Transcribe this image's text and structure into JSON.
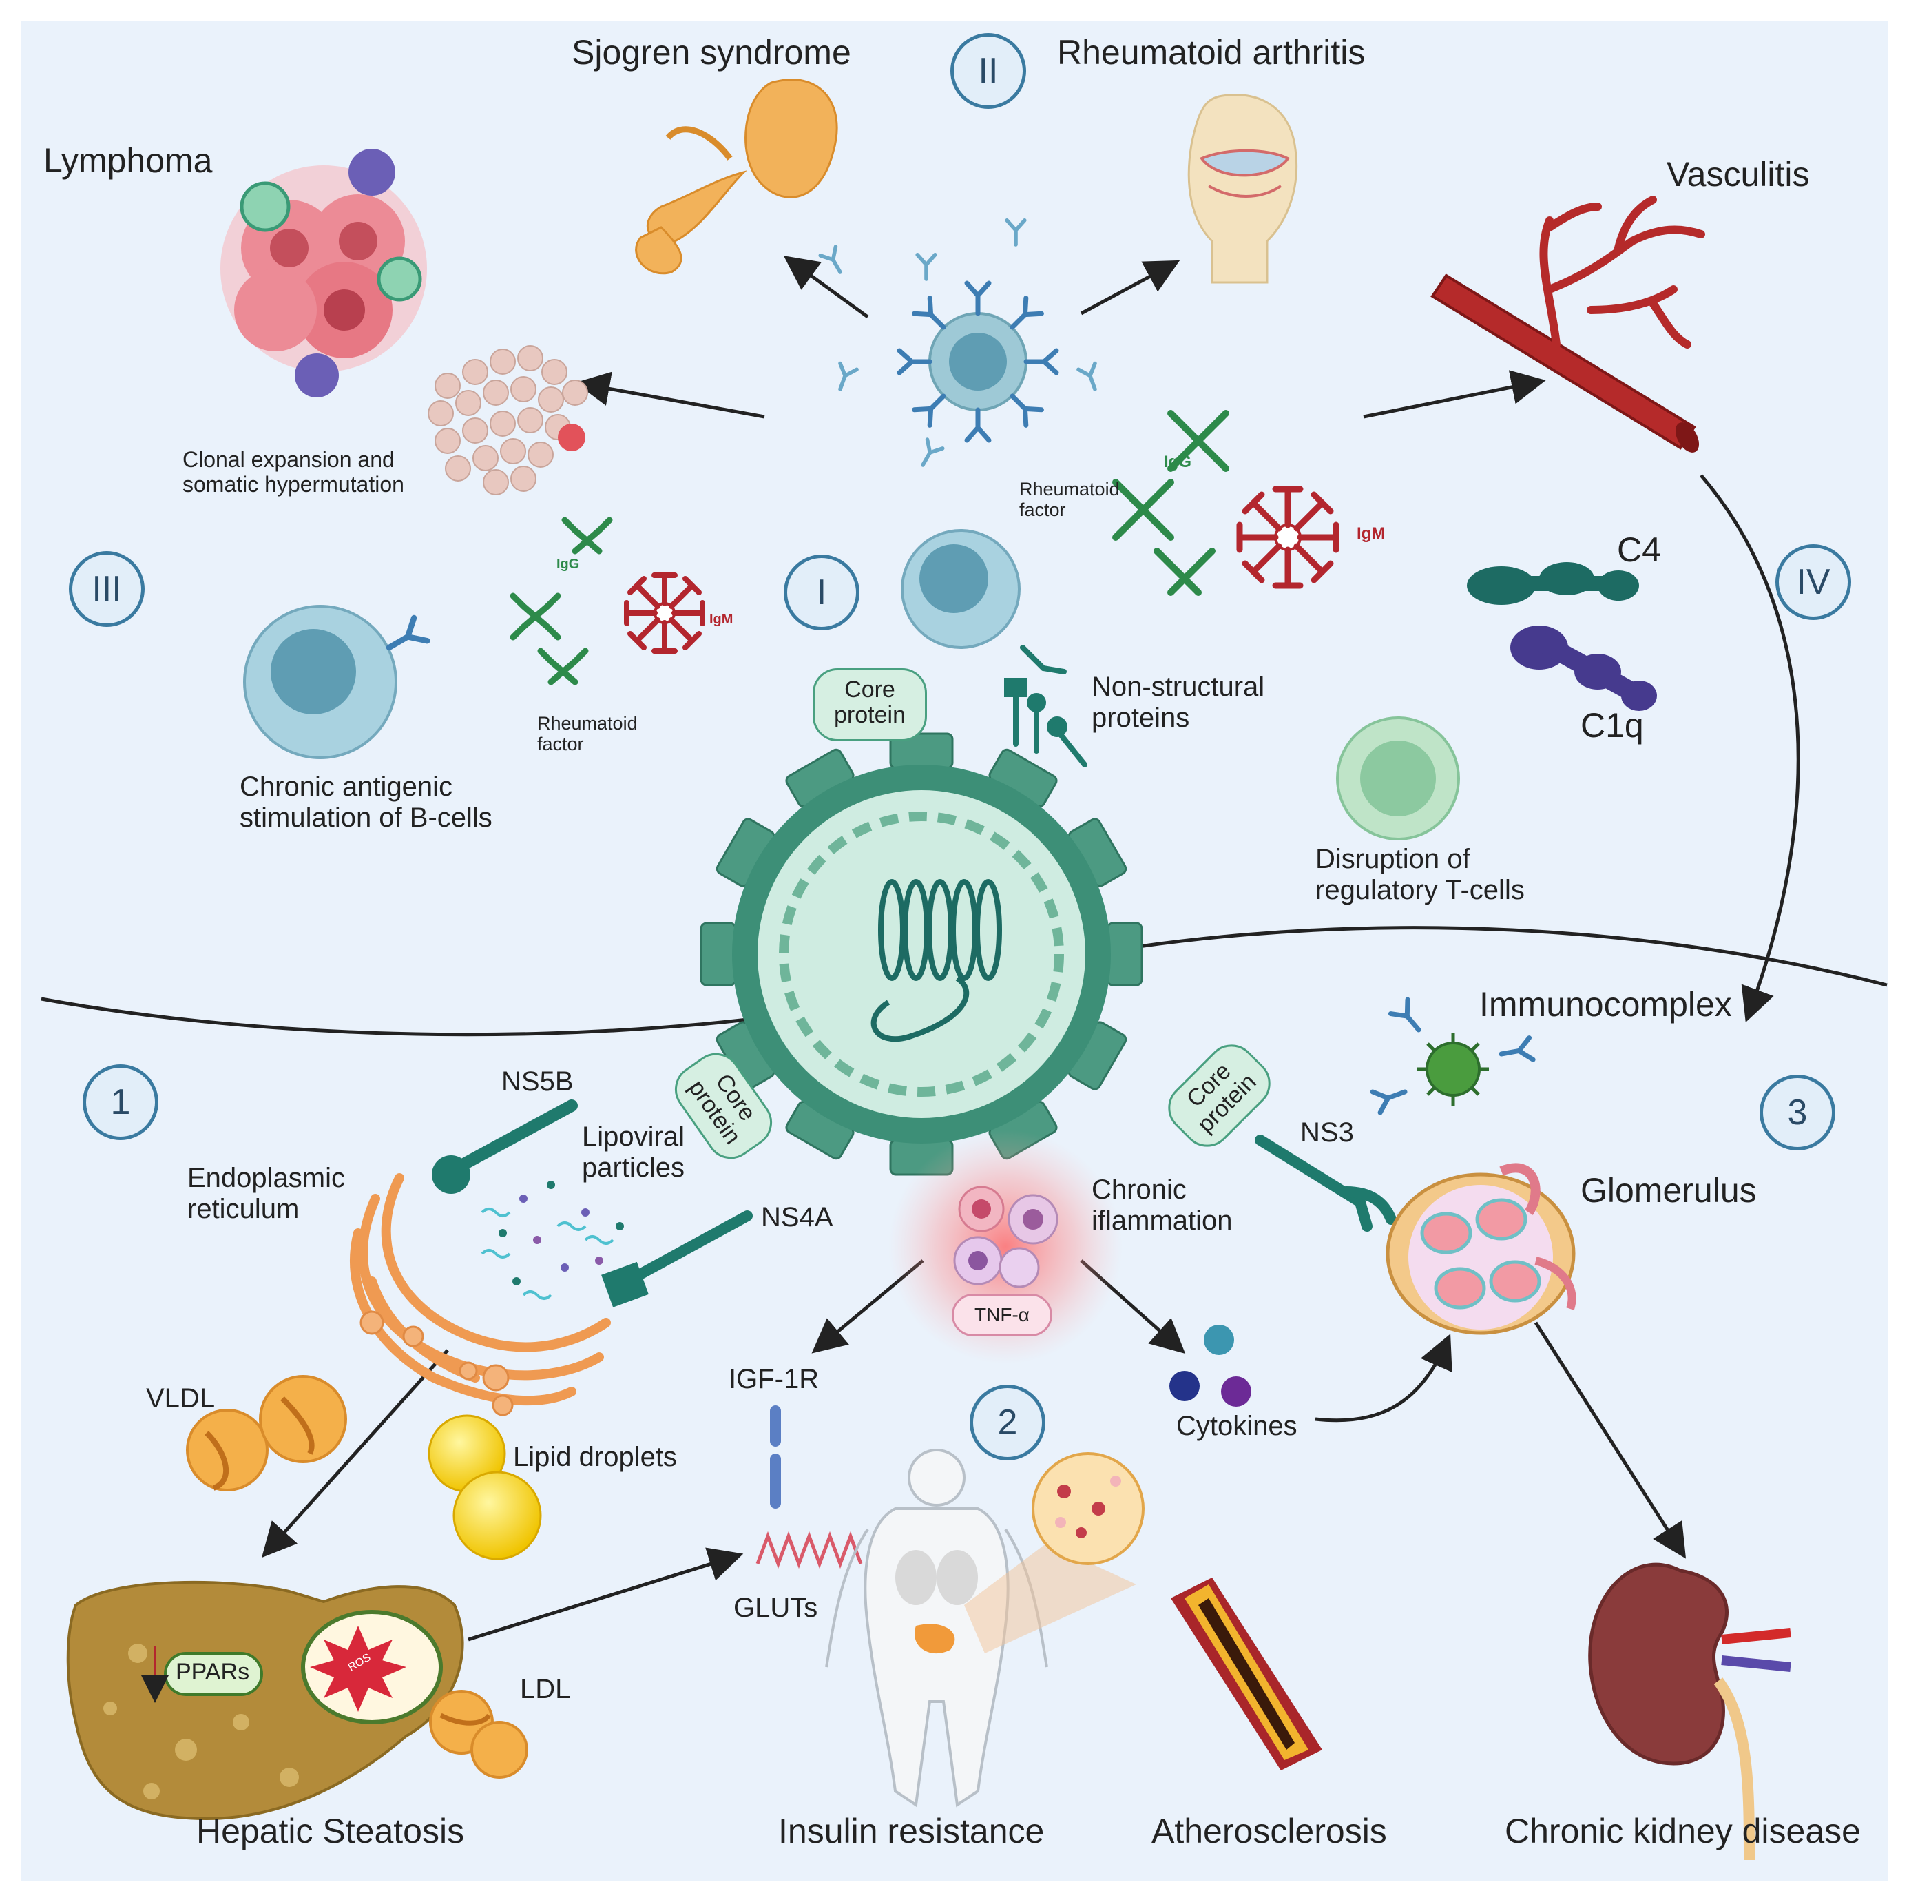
{
  "colors": {
    "background": "#eaf2fb",
    "virus": "#3d8f77",
    "antibody_blue": "#3d7db3",
    "igg_green": "#2d8a4a",
    "igm_red": "#b3262e",
    "arrow": "#222222"
  },
  "top": {
    "sjogren": "Sjogren syndrome",
    "rheumatoid_arthritis": "Rheumatoid arthritis",
    "lymphoma": "Lymphoma",
    "vasculitis": "Vasculitis",
    "clonal_expansion": [
      "Clonal expansion and",
      "somatic hypermutation"
    ],
    "rheumatoid_factor_right": [
      "Rheumatoid",
      "factor"
    ],
    "igg": "IgG",
    "igm": "IgM",
    "chronic_antigenic": [
      "Chronic antigenic",
      "stimulation of B-cells"
    ],
    "rheumatoid_factor_left": [
      "Rheumatoid",
      "factor"
    ],
    "c4": "C4",
    "c1q": "C1q",
    "core_protein": [
      "Core",
      "protein"
    ],
    "non_structural": [
      "Non-structural",
      "proteins"
    ],
    "disruption": [
      "Disruption of",
      "regulatory T-cells"
    ]
  },
  "roman_numerals": [
    "I",
    "II",
    "III",
    "IV"
  ],
  "numbers": [
    "1",
    "2",
    "3"
  ],
  "bottom": {
    "immunocomplex": "Immunocomplex",
    "ns5b": "NS5B",
    "lipoviral": [
      "Lipoviral",
      "particles"
    ],
    "endoplasmic": [
      "Endoplasmic",
      "reticulum"
    ],
    "ns4a": "NS4A",
    "core_left": [
      "Core",
      "protein"
    ],
    "core_right": [
      "Core",
      "protein"
    ],
    "ns3": "NS3",
    "chronic_inflammation": [
      "Chronic",
      "iflammation"
    ],
    "tnf": "TNF-α",
    "glomerulus": "Glomerulus",
    "vldl": "VLDL",
    "igf1r": "IGF-1R",
    "lipid_droplets": "Lipid droplets",
    "cytokines": "Cytokines",
    "gluts": "GLUTs",
    "ppars": "PPARs",
    "ros": "ROS",
    "ldl": "LDL",
    "hepatic_steatosis": "Hepatic Steatosis",
    "insulin_resistance": "Insulin resistance",
    "atherosclerosis": "Atherosclerosis",
    "chronic_kidney_disease": "Chronic kidney disease"
  }
}
